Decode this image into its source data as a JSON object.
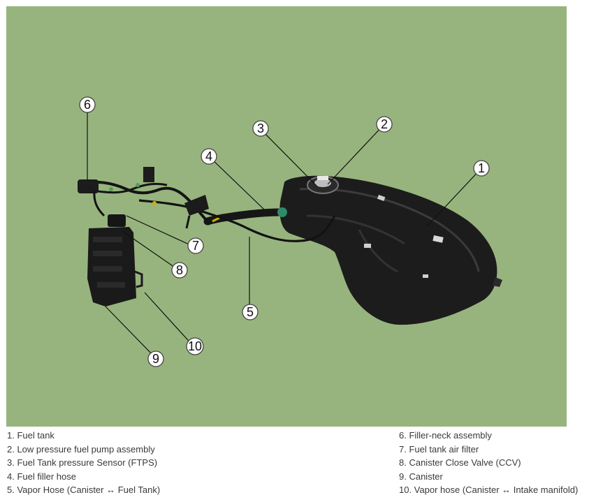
{
  "figure": {
    "background_color": "#98b47e",
    "callouts": [
      "1",
      "2",
      "3",
      "4",
      "5",
      "6",
      "7",
      "8",
      "9",
      "10"
    ]
  },
  "legend": {
    "left": [
      "1. Fuel tank",
      "2. Low pressure fuel pump assembly",
      "3. Fuel Tank pressure Sensor (FTPS)",
      "4. Fuel filler hose",
      "5. Vapor Hose (Canister ↔ Fuel Tank)"
    ],
    "right": [
      "6. Filler-neck assembly",
      "7. Fuel tank air filter",
      "8. Canister Close Valve (CCV)",
      "9. Canister",
      "10. Vapor hose (Canister ↔ Intake manifold)"
    ]
  }
}
